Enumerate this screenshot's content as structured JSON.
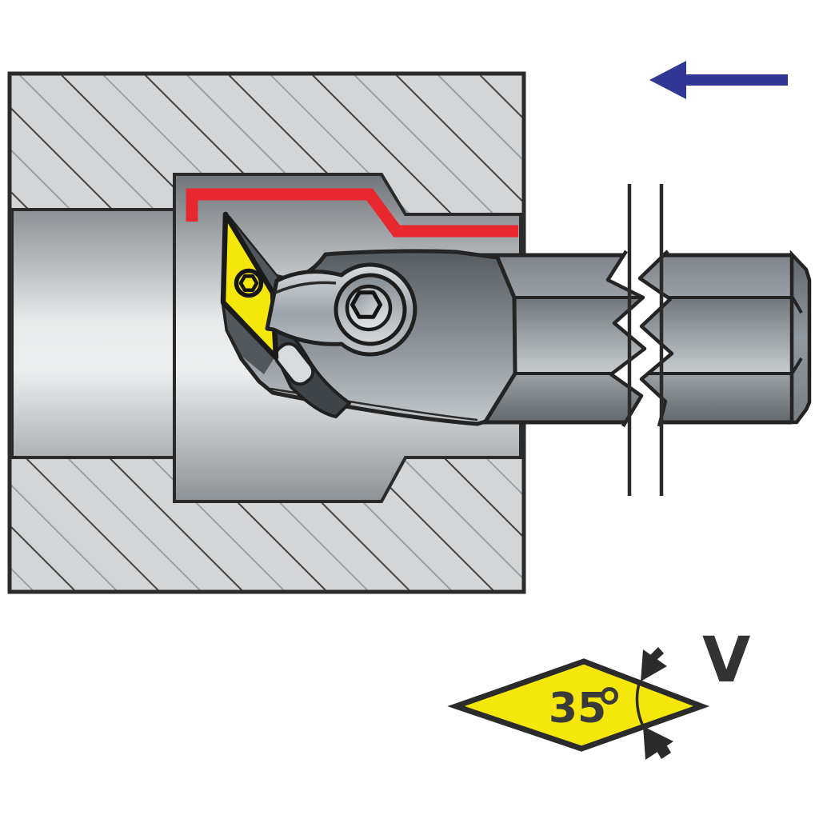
{
  "labels": {
    "insert_angle": "35°",
    "insert_angle_value": "35",
    "degree_symbol": "°",
    "insert_shape_code": "V"
  },
  "colors": {
    "insert_yellow": "#F6E70B",
    "machined_contour_red": "#E8282E",
    "feed_arrow_blue": "#303795",
    "outline": "#2B2B2B",
    "label_text": "#3A3A3A",
    "workpiece_fill": "#D3D5D7",
    "background": "#FFFFFF"
  },
  "icons": {
    "feed_direction_arrow": "left-arrow",
    "angle_dimension_arrows": "opposing-arrowheads",
    "insert_clamp_screw": "hex-socket-screw",
    "insert_mounting_hole": "ring-with-hex"
  }
}
